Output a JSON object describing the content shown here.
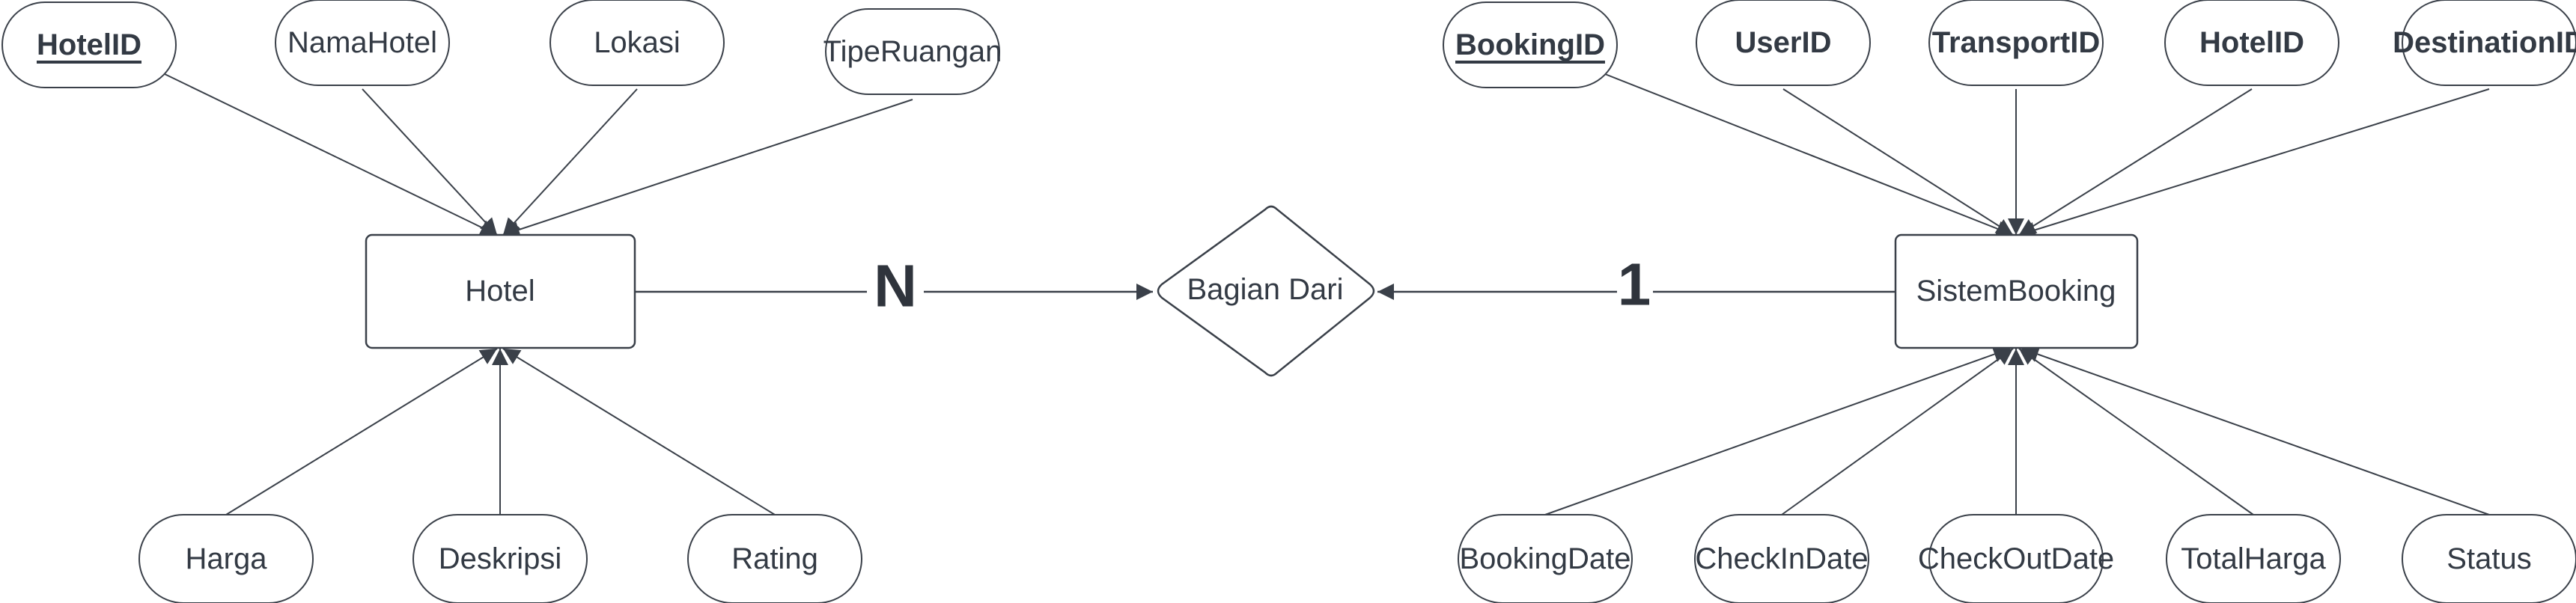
{
  "colors": {
    "stroke": "#3a4049",
    "text": "#333a44",
    "background": "#ffffff"
  },
  "entities": {
    "hotel": {
      "label": "Hotel"
    },
    "sistem_booking": {
      "label": "SistemBooking"
    }
  },
  "relationship": {
    "label": "Bagian Dari"
  },
  "cardinality": {
    "hotel_side": "N",
    "booking_side": "1"
  },
  "hotel_attributes": [
    {
      "label": "HotelID",
      "key": true
    },
    {
      "label": "NamaHotel"
    },
    {
      "label": "Lokasi"
    },
    {
      "label": "TipeRuangan"
    },
    {
      "label": "Harga"
    },
    {
      "label": "Deskripsi"
    },
    {
      "label": "Rating"
    }
  ],
  "booking_attributes": [
    {
      "label": "BookingID",
      "key": true,
      "bold": true
    },
    {
      "label": "UserID",
      "bold": true
    },
    {
      "label": "TransportID",
      "bold": true
    },
    {
      "label": "HotelID",
      "bold": true
    },
    {
      "label": "DestinationID",
      "bold": true
    },
    {
      "label": "BookingDate"
    },
    {
      "label": "CheckInDate"
    },
    {
      "label": "CheckOutDate"
    },
    {
      "label": "TotalHarga"
    },
    {
      "label": "Status"
    }
  ]
}
